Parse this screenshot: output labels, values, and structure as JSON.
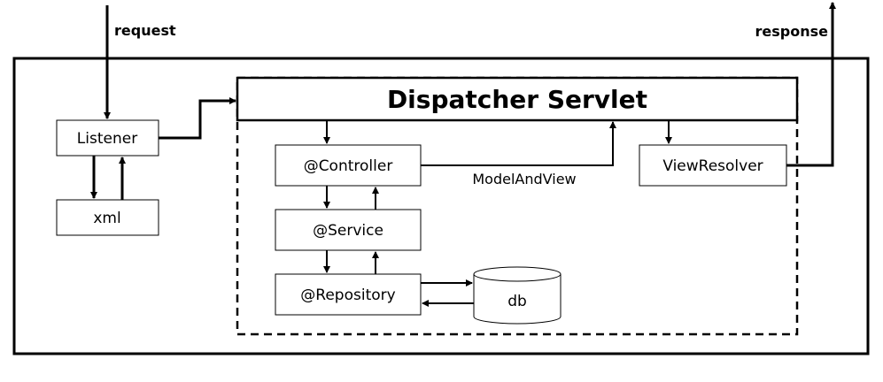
{
  "labels": {
    "request": "request",
    "response": "response",
    "dispatcher": "Dispatcher Servlet",
    "listener": "Listener",
    "xml": "xml",
    "controller": "@Controller",
    "service": "@Service",
    "repository": "@Repository",
    "db": "db",
    "view_resolver": "ViewResolver",
    "model_and_view": "ModelAndView"
  }
}
